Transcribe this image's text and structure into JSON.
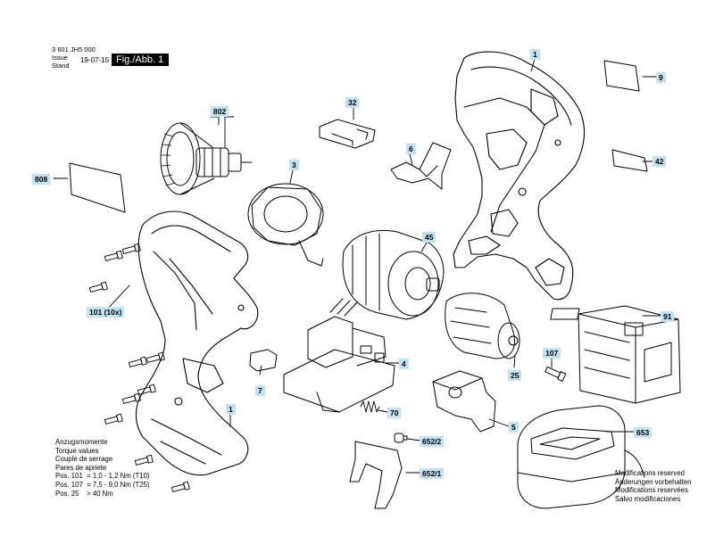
{
  "header": {
    "doc_number": "3 601 JH5 000",
    "issue_label": "Issue",
    "stand_label": "Stand",
    "issue_date": "19-07-15",
    "figure_label": "Fig./Abb. 1"
  },
  "callouts": {
    "c1_top": "1",
    "c9": "9",
    "c32": "32",
    "c802": "802",
    "c6": "6",
    "c42": "42",
    "c3": "3",
    "c808": "808",
    "c45": "45",
    "c101": "101",
    "c101_suffix": "(10x)",
    "c91": "91",
    "c4": "4",
    "c107": "107",
    "c7": "7",
    "c25": "25",
    "c70": "70",
    "c1_bottom": "1",
    "c5": "5",
    "c653": "653",
    "c652_2": "652/2",
    "c652_1": "652/1"
  },
  "torque_notes": {
    "lines": [
      "Anzugsmomente",
      "Torque values",
      "Couple de serrage",
      "Pares de apriete",
      "Pos. 101  = 1,0 - 1,2 Nm (T10)",
      "Pos. 107  = 7,5 - 9,0 Nm (T25)",
      "Pos. 25    > 40 Nm"
    ]
  },
  "modification_notes": {
    "lines": [
      "Modifications reserved",
      "Änderungen vorbehalten",
      "Modifications reservées",
      "Salvo modificaciones"
    ]
  },
  "icon_names": [
    "gear-icon",
    "screw-icon",
    "spring-icon",
    "battery-icon",
    "charger-icon"
  ]
}
